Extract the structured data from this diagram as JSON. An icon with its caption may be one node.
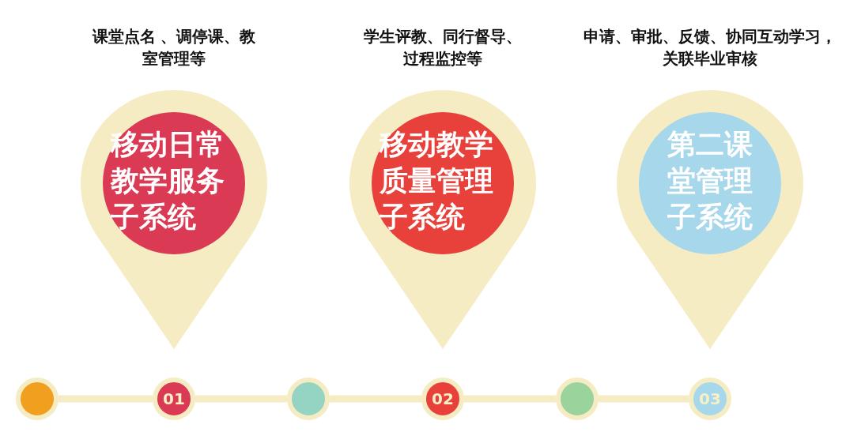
{
  "diagram": {
    "nodes": [
      {
        "text": [
          "移动日常教学服务子系统"
        ],
        "beside": [
          "课堂点名 、调停课、教室管理等"
        ]
      },
      {
        "text": [
          "移动教学质量管理子系统"
        ],
        "beside": [
          "学生评教、同行督导、过程监控等"
        ]
      },
      {
        "text": [
          "第二课堂管理子系统"
        ],
        "beside": [
          "申请、审批、反馈、协同互动学习，关联毕业审核"
        ]
      },
      {
        "text": [],
        "shape": "circle"
      },
      {
        "text": [
          "01"
        ]
      },
      {
        "text": [],
        "shape": "circle"
      },
      {
        "text": [
          "02"
        ]
      },
      {
        "text": [],
        "shape": "circle"
      },
      {
        "text": [
          "03"
        ]
      }
    ],
    "edges": [
      {
        "from": 3,
        "to": 4,
        "arrow": "none"
      },
      {
        "from": 4,
        "to": 5,
        "arrow": "none"
      },
      {
        "from": 5,
        "to": 6,
        "arrow": "none"
      },
      {
        "from": 6,
        "to": 7,
        "arrow": "none"
      },
      {
        "from": 7,
        "to": 8,
        "arrow": "none"
      }
    ]
  }
}
